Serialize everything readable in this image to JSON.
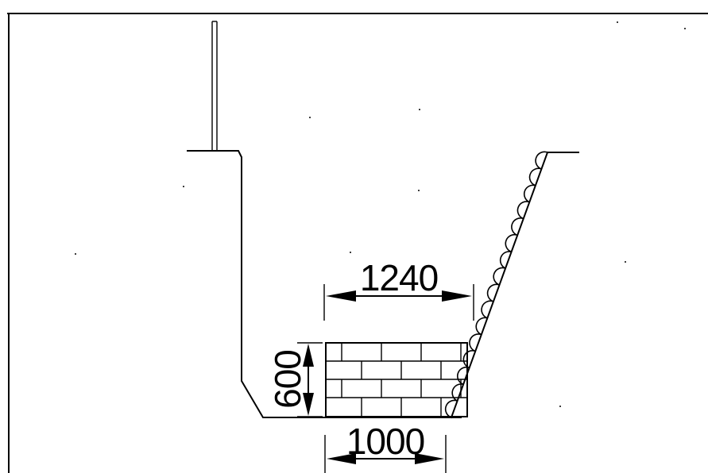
{
  "dimensions": {
    "top_width": "1240",
    "height": "600",
    "bottom_width": "1000"
  },
  "colors": {
    "ink": "#000000",
    "paper": "#ffffff"
  }
}
